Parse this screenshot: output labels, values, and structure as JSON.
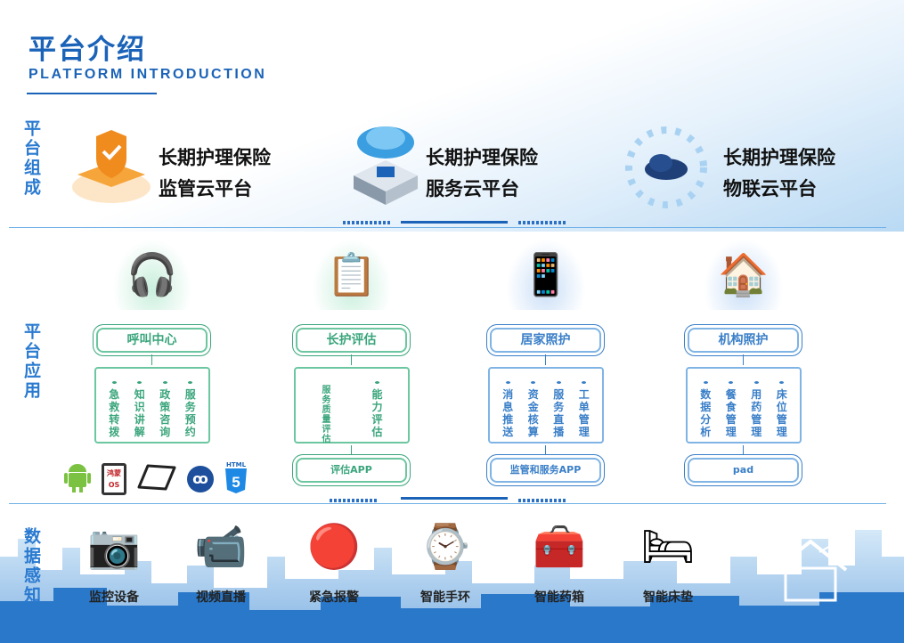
{
  "header": {
    "title": "平台介绍",
    "subtitle": "PLATFORM INTRODUCTION"
  },
  "sections": {
    "composition": "平台组成",
    "application": "平台应用",
    "sensing": "数据感知"
  },
  "platforms": [
    {
      "line1": "长期护理保险",
      "line2": "监管云平台",
      "icon": "shield-icon"
    },
    {
      "line1": "长期护理保险",
      "line2": "服务云平台",
      "icon": "cloud-server-icon"
    },
    {
      "line1": "长期护理保险",
      "line2": "物联云平台",
      "icon": "iot-cloud-icon"
    }
  ],
  "applications": [
    {
      "title": "呼叫中心",
      "icon": "headset-agent-icon",
      "theme": "green",
      "items": [
        "急救转拨",
        "知识讲解",
        "政策咨询",
        "服务预约"
      ],
      "output": ""
    },
    {
      "title": "长护评估",
      "icon": "assessment-document-icon",
      "theme": "green",
      "items": [
        "服务质量评估",
        "能力评估"
      ],
      "output": "评估APP"
    },
    {
      "title": "居家照护",
      "icon": "mobile-user-icon",
      "theme": "blue",
      "items": [
        "消息推送",
        "资金核算",
        "服务直播",
        "工单管理"
      ],
      "output": "监管和服务APP"
    },
    {
      "title": "机构照护",
      "icon": "care-home-icon",
      "theme": "blue",
      "items": [
        "数据分析",
        "餐食管理",
        "用药管理",
        "床位管理"
      ],
      "output": "pad"
    }
  ],
  "client_platforms": [
    {
      "icon": "android-icon",
      "label": ""
    },
    {
      "icon": "harmony-os-icon",
      "label": "鸿蒙 OS"
    },
    {
      "icon": "tablet-icon",
      "label": ""
    },
    {
      "icon": "mini-program-icon",
      "label": ""
    },
    {
      "icon": "html5-icon",
      "label": "HTML"
    }
  ],
  "devices": [
    {
      "label": "监控设备",
      "icon": "surveillance-camera-icon"
    },
    {
      "label": "视频直播",
      "icon": "video-camera-icon"
    },
    {
      "label": "紧急报警",
      "icon": "emergency-button-icon"
    },
    {
      "label": "智能手环",
      "icon": "smart-band-icon"
    },
    {
      "label": "智能药箱",
      "icon": "medicine-box-icon"
    },
    {
      "label": "智能床垫",
      "icon": "smart-mattress-icon"
    }
  ],
  "colors": {
    "primary": "#1b63b8",
    "green": "#3aa57c",
    "blue": "#3a7fc8"
  }
}
